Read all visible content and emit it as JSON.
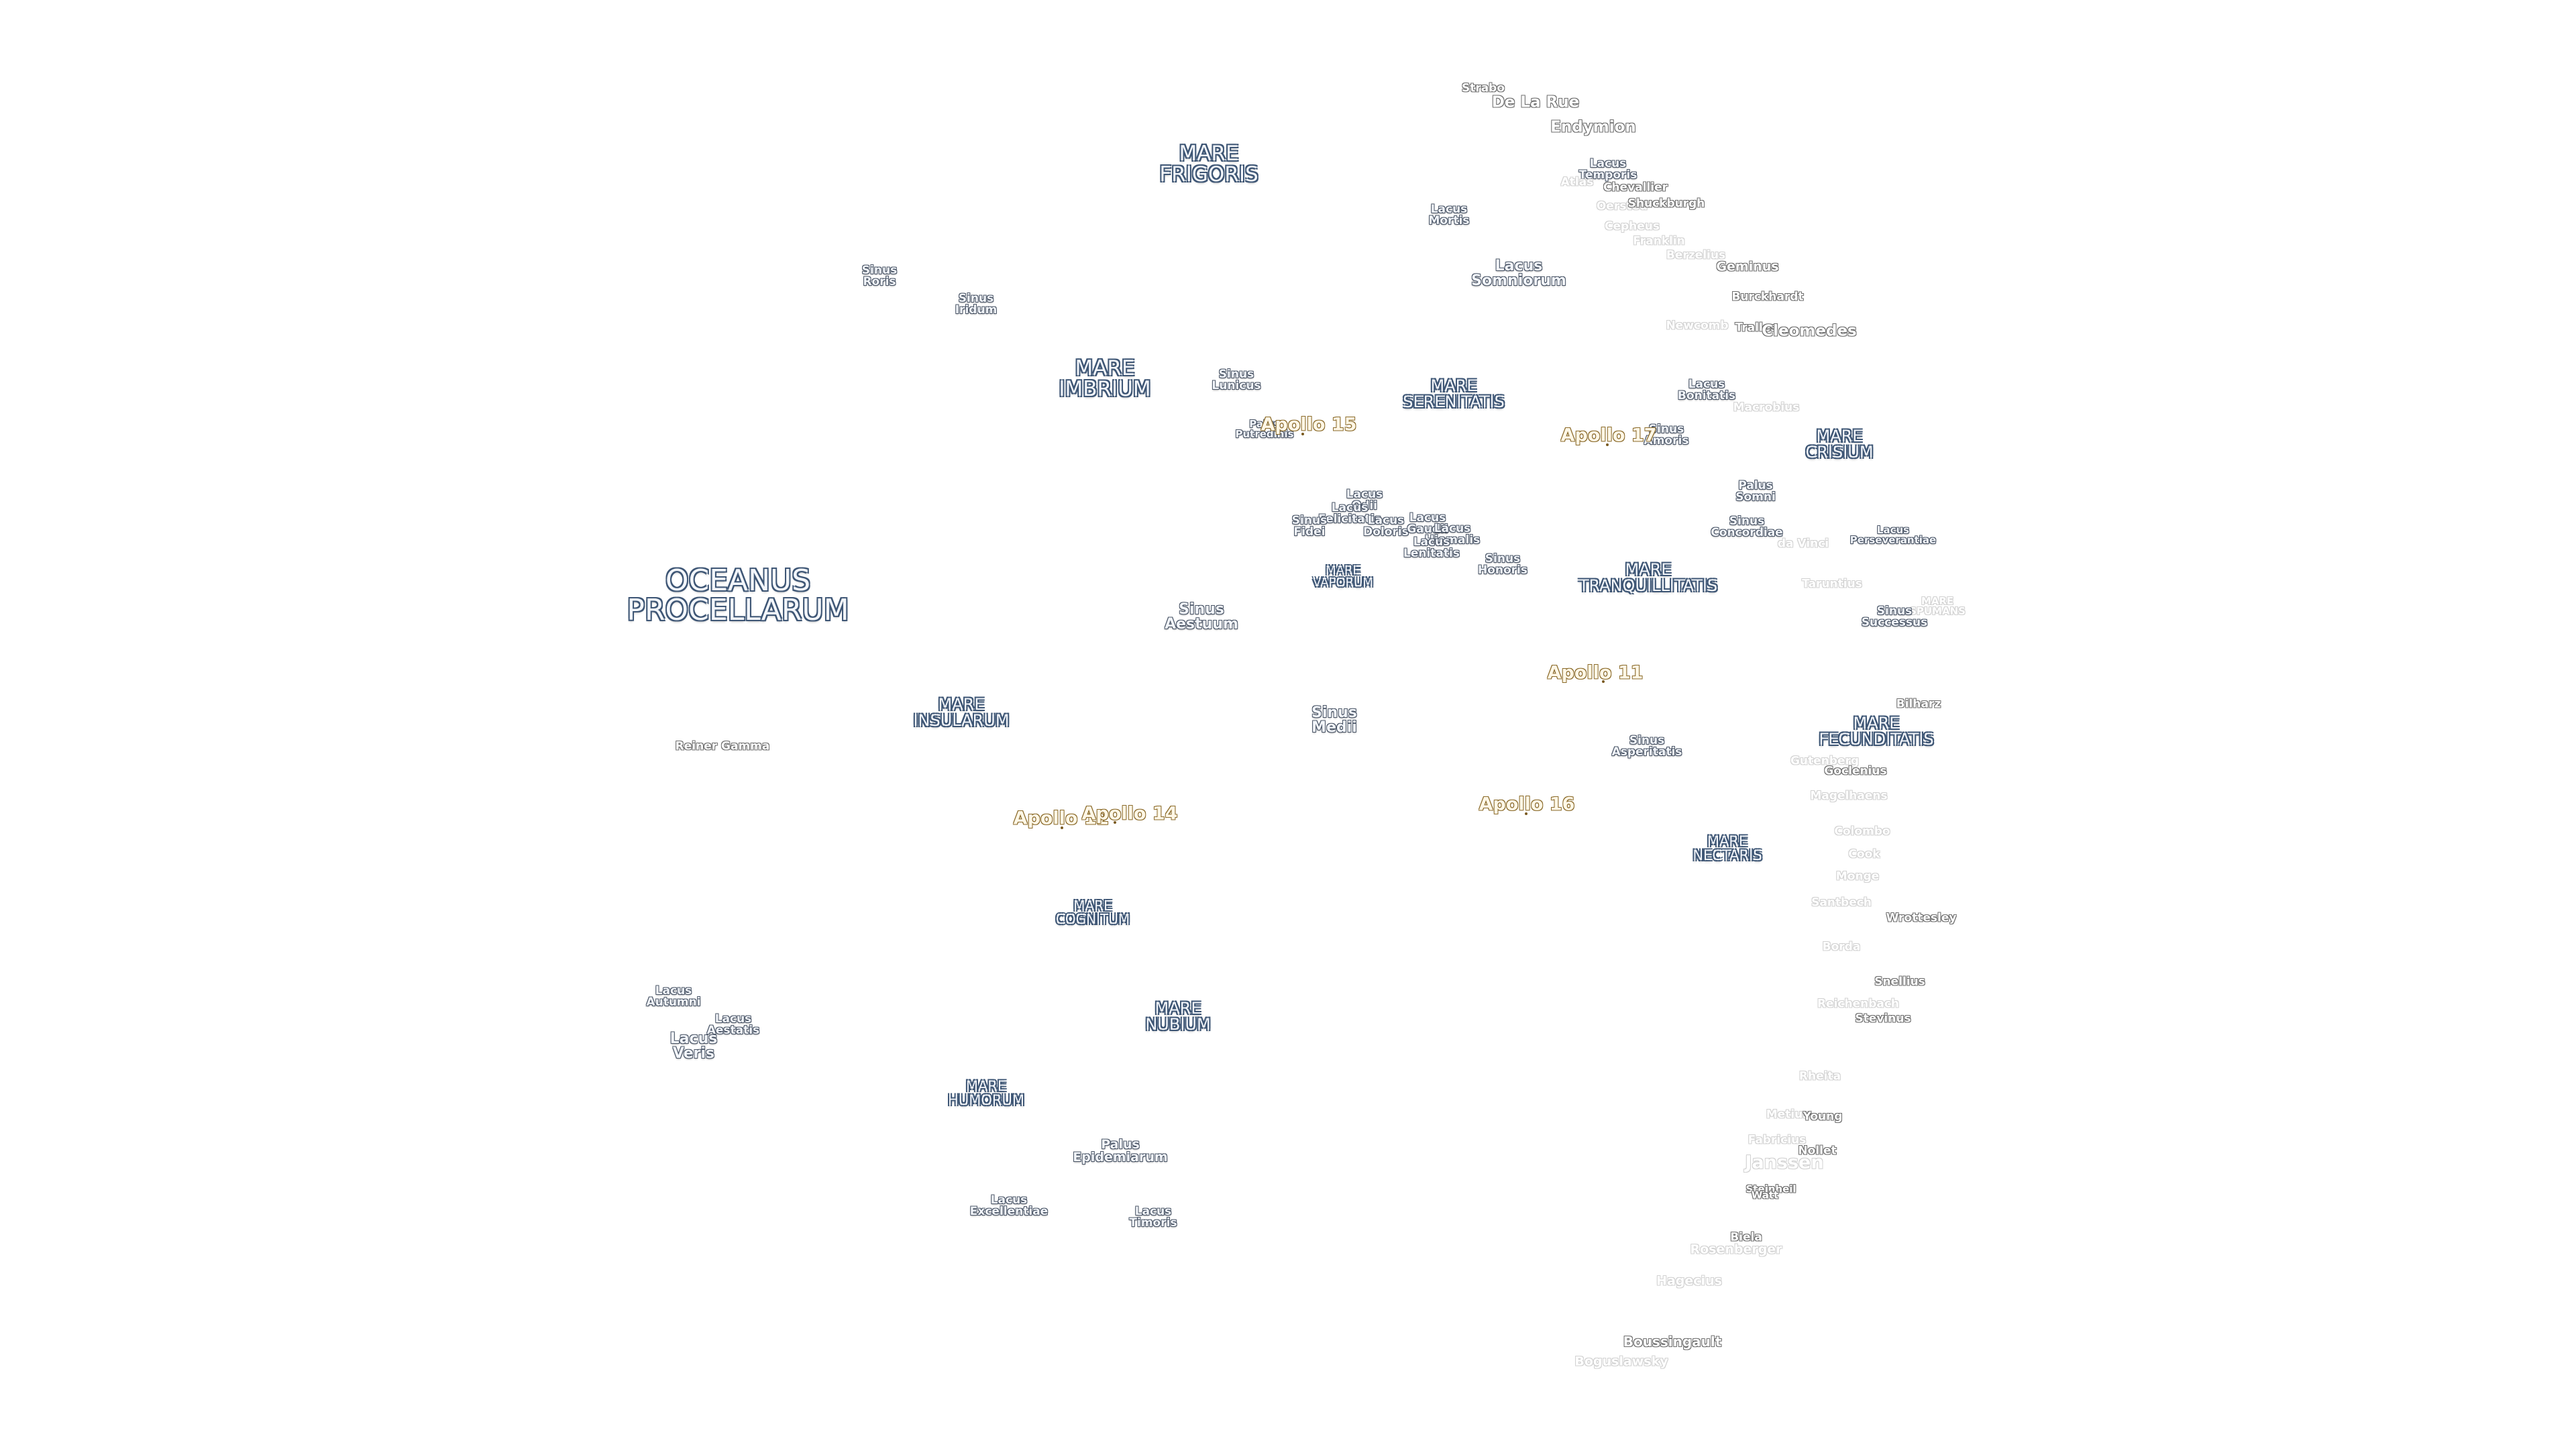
{
  "map": {
    "maria": [
      {
        "id": "oceanus-procellarum",
        "text": "OCEANUS\nPROCELLARUM"
      },
      {
        "id": "mare-frigoris",
        "text": "MARE\nFRIGORIS"
      },
      {
        "id": "mare-imbrium",
        "text": "MARE\nIMBRIUM"
      },
      {
        "id": "mare-serenitatis",
        "text": "MARE\nSERENITATIS"
      },
      {
        "id": "mare-crisium",
        "text": "MARE\nCRISIUM"
      },
      {
        "id": "mare-tranquillitatis",
        "text": "MARE\nTRANQUILLITATIS"
      },
      {
        "id": "mare-vaporum",
        "text": "MARE\nVAPORUM"
      },
      {
        "id": "mare-insularum",
        "text": "MARE\nINSULARUM"
      },
      {
        "id": "mare-fecunditatis",
        "text": "MARE\nFECUNDITATIS"
      },
      {
        "id": "mare-nectaris",
        "text": "MARE\nNECTARIS"
      },
      {
        "id": "mare-cognitum",
        "text": "MARE\nCOGNITUM"
      },
      {
        "id": "mare-nubium",
        "text": "MARE\nNUBIUM"
      },
      {
        "id": "mare-humorum",
        "text": "MARE\nHUMORUM"
      },
      {
        "id": "mare-spumans",
        "text": "MARE\nSPUMANS"
      }
    ],
    "features": [
      {
        "id": "sinus-roris",
        "text": "Sinus\nRoris"
      },
      {
        "id": "sinus-iridum",
        "text": "Sinus\nIridum"
      },
      {
        "id": "sinus-lunicus",
        "text": "Sinus\nLunicus"
      },
      {
        "id": "palus-putredinis",
        "text": "Palus\nPutredinis"
      },
      {
        "id": "lacus-mortis",
        "text": "Lacus\nMortis"
      },
      {
        "id": "lacus-somniorum",
        "text": "Lacus\nSomniorum"
      },
      {
        "id": "lacus-temporis",
        "text": "Lacus\nTemporis"
      },
      {
        "id": "lacus-bonitatis",
        "text": "Lacus\nBonitatis"
      },
      {
        "id": "sinus-amoris",
        "text": "Sinus\nAmoris"
      },
      {
        "id": "palus-somni",
        "text": "Palus\nSomni"
      },
      {
        "id": "sinus-concordiae",
        "text": "Sinus\nConcordiae"
      },
      {
        "id": "lacus-perseverantiae",
        "text": "Lacus\nPerseverantiae"
      },
      {
        "id": "sinus-successus",
        "text": "Sinus\nSuccessus"
      },
      {
        "id": "lacus-odii",
        "text": "Lacus\nOdii"
      },
      {
        "id": "lacus-felicitatis",
        "text": "Lacus\nFelicitatis"
      },
      {
        "id": "sinus-fidei",
        "text": "Sinus\nFidei"
      },
      {
        "id": "lacus-doloris",
        "text": "Lacus\nDoloris"
      },
      {
        "id": "lacus-gaudii",
        "text": "Lacus\nGaudii"
      },
      {
        "id": "lacus-hiemalis",
        "text": "Lacus\nHiemalis"
      },
      {
        "id": "lacus-lenitatis",
        "text": "Lacus\nLenitatis"
      },
      {
        "id": "sinus-honoris",
        "text": "Sinus\nHonoris"
      },
      {
        "id": "sinus-aestuum",
        "text": "Sinus\nAestuum"
      },
      {
        "id": "sinus-medii",
        "text": "Sinus\nMedii"
      },
      {
        "id": "sinus-asperitatis",
        "text": "Sinus\nAsperitatis"
      },
      {
        "id": "lacus-autumni",
        "text": "Lacus\nAutumni"
      },
      {
        "id": "lacus-aestatis",
        "text": "Lacus\nAestatis"
      },
      {
        "id": "lacus-veris",
        "text": "Lacus\nVeris"
      },
      {
        "id": "palus-epidemiarum",
        "text": "Palus\nEpidemiarum"
      },
      {
        "id": "lacus-excellentiae",
        "text": "Lacus\nExcellentiae"
      },
      {
        "id": "lacus-timoris",
        "text": "Lacus\nTimoris"
      }
    ],
    "craters": [
      {
        "id": "strabo",
        "text": "Strabo"
      },
      {
        "id": "de-la-rue",
        "text": "De La Rue"
      },
      {
        "id": "endymion",
        "text": "Endymion"
      },
      {
        "id": "atlas",
        "text": "Atlas"
      },
      {
        "id": "chevallier",
        "text": "Chevallier"
      },
      {
        "id": "oersted",
        "text": "Oersted"
      },
      {
        "id": "shuckburgh",
        "text": "Shuckburgh"
      },
      {
        "id": "cepheus",
        "text": "Cepheus"
      },
      {
        "id": "franklin",
        "text": "Franklin"
      },
      {
        "id": "berzelius",
        "text": "Berzelius"
      },
      {
        "id": "geminus",
        "text": "Geminus"
      },
      {
        "id": "burckhardt",
        "text": "Burckhardt"
      },
      {
        "id": "newcomb",
        "text": "Newcomb"
      },
      {
        "id": "tralles",
        "text": "Tralles"
      },
      {
        "id": "cleomedes",
        "text": "Cleomedes"
      },
      {
        "id": "macrobius",
        "text": "Macrobius"
      },
      {
        "id": "da-vinci",
        "text": "da Vinci"
      },
      {
        "id": "taruntius",
        "text": "Taruntius"
      },
      {
        "id": "bilharz",
        "text": "Bilharz"
      },
      {
        "id": "gutenberg",
        "text": "Gutenberg"
      },
      {
        "id": "goclenius",
        "text": "Goclenius"
      },
      {
        "id": "magelhaens",
        "text": "Magelhaens"
      },
      {
        "id": "colombo",
        "text": "Colombo"
      },
      {
        "id": "cook",
        "text": "Cook"
      },
      {
        "id": "monge",
        "text": "Monge"
      },
      {
        "id": "santbech",
        "text": "Santbech"
      },
      {
        "id": "wrottesley",
        "text": "Wrottesley"
      },
      {
        "id": "borda",
        "text": "Borda"
      },
      {
        "id": "snellius",
        "text": "Snellius"
      },
      {
        "id": "reichenbach",
        "text": "Reichenbach"
      },
      {
        "id": "stevinus",
        "text": "Stevinus"
      },
      {
        "id": "rheita",
        "text": "Rheita"
      },
      {
        "id": "metius",
        "text": "Metius"
      },
      {
        "id": "young",
        "text": "Young"
      },
      {
        "id": "fabricius",
        "text": "Fabricius"
      },
      {
        "id": "nollet",
        "text": "Nollet"
      },
      {
        "id": "janssen",
        "text": "Janssen"
      },
      {
        "id": "steinheil",
        "text": "Steinheil"
      },
      {
        "id": "watt",
        "text": "Watt"
      },
      {
        "id": "biela",
        "text": "Biela"
      },
      {
        "id": "rosenberger",
        "text": "Rosenberger"
      },
      {
        "id": "hagecius",
        "text": "Hagecius"
      },
      {
        "id": "boussingault",
        "text": "Boussingault"
      },
      {
        "id": "boguslawsky",
        "text": "Boguslawsky"
      },
      {
        "id": "reiner-gamma",
        "text": "Reiner Gamma"
      }
    ],
    "landing_sites": [
      {
        "id": "apollo-11",
        "text": "Apollo 11"
      },
      {
        "id": "apollo-12",
        "text": "Apollo 12"
      },
      {
        "id": "apollo-14",
        "text": "Apollo 14"
      },
      {
        "id": "apollo-15",
        "text": "Apollo 15"
      },
      {
        "id": "apollo-16",
        "text": "Apollo 16"
      },
      {
        "id": "apollo-17",
        "text": "Apollo 17"
      }
    ]
  },
  "colors": {
    "background": "#ffffff",
    "mare_outline": "#3e5675",
    "label_fill": "#f3f6fb",
    "crater_outline": "#6c6c6c",
    "apollo_outline": "#8a6a2a"
  }
}
